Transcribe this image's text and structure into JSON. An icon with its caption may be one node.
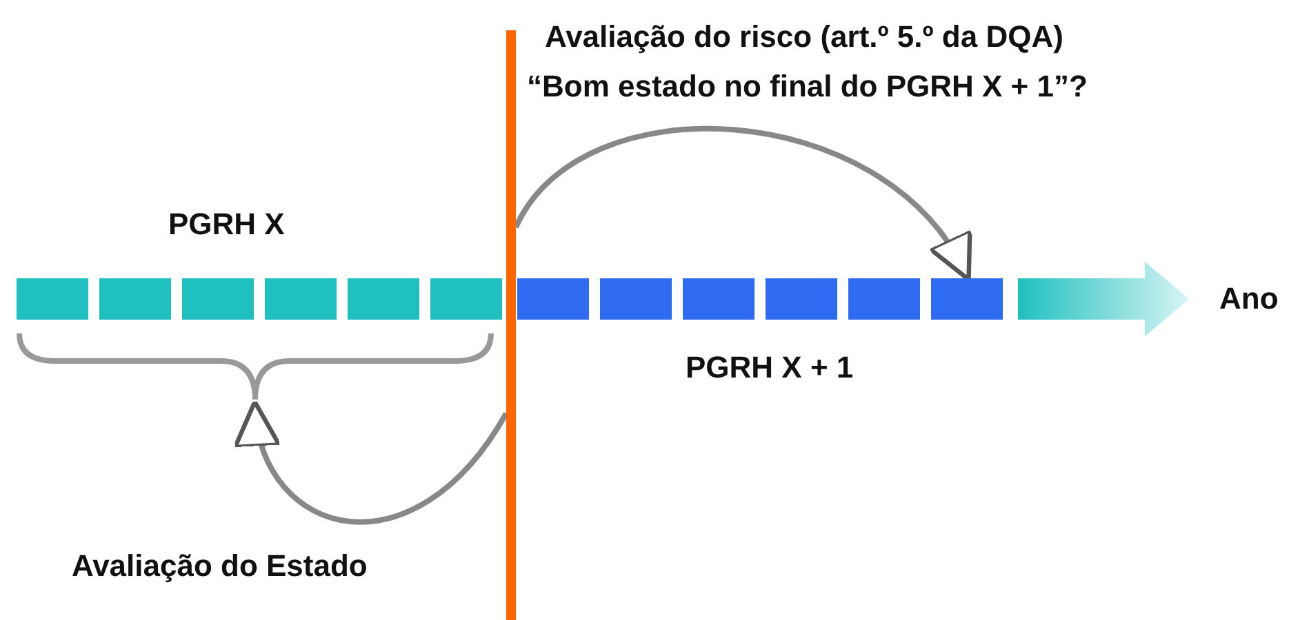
{
  "diagram": {
    "nodes": [
      {
        "text": [
          "PGRH X"
        ]
      },
      {
        "text": [
          "PGRH X + 1"
        ]
      },
      {
        "text": [],
        "shape": "bar"
      }
    ],
    "edges": [
      {
        "from": 2,
        "to": 1,
        "arrow": "to"
      },
      {
        "from": 2,
        "to": 0,
        "arrow": "to",
        "label": "Avaliação do Estado"
      }
    ],
    "labels": [
      "Avaliação do risco (art.º 5.º da DQA)",
      "“Bom estado no final do PGRH X + 1”?",
      "Ano"
    ]
  }
}
